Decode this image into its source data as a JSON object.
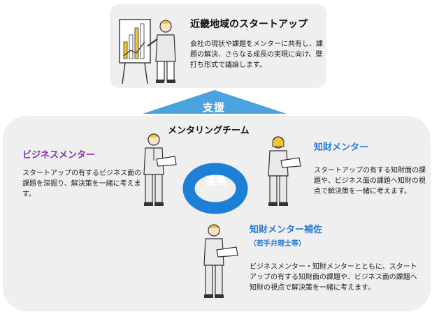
{
  "startup": {
    "title": "近畿地域のスタートアップ",
    "description": "会社の現状や課題をメンターに共有し、課題の解決、さらなる成長の実現に向け、壁打ち形式で議論します。"
  },
  "support_label": "支援",
  "team": {
    "title": "メンタリングチーム",
    "cooperation_label": "連携",
    "business_mentor": {
      "title": "ビジネスメンター",
      "description": "スタートアップの有するビジネス面の課題を深掘り、解決策を一緒に考えます。"
    },
    "ip_mentor": {
      "title": "知財メンター",
      "description": "スタートアップの有する知財面の課題や、ビジネス面の課題へ知財の視点で解決策を一緒に考えます。"
    },
    "assistant": {
      "title": "知財メンター補佐",
      "subtitle": "（若手弁理士等）",
      "description": "ビジネスメンター・知財メンターとともに、スタートアップの有する知財面の課題や、ビジネス面の課題へ知財の視点で解決策を一緒に考えます。"
    }
  },
  "colors": {
    "business_purple": "#8a2eb0",
    "ip_blue": "#2a7bd8",
    "arrow_blue": "#4aa3df",
    "ring_blue": "#1e7fd6"
  }
}
